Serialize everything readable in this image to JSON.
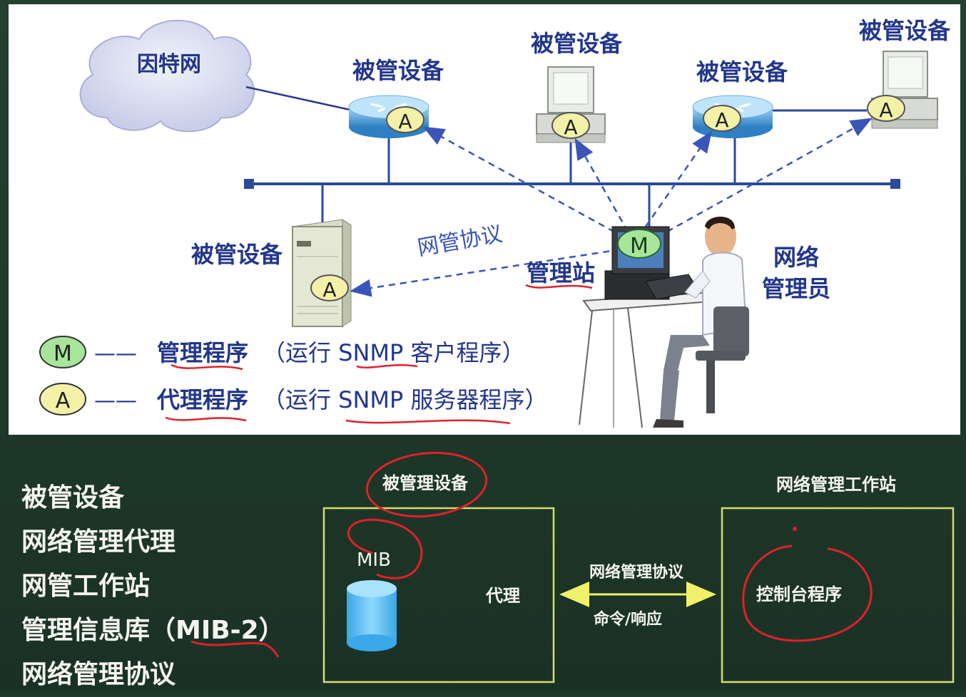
{
  "top_diagram": {
    "internet_label": "因特网",
    "devices": [
      {
        "label": "被管设备",
        "kind": "router",
        "agent": "A"
      },
      {
        "label": "被管设备",
        "kind": "pc",
        "agent": "A"
      },
      {
        "label": "被管设备",
        "kind": "router",
        "agent": "A"
      },
      {
        "label": "被管设备",
        "kind": "pc",
        "agent": "A"
      },
      {
        "label": "被管设备",
        "kind": "server",
        "agent": "A"
      }
    ],
    "protocol_label": "网管协议",
    "manager_station_label": "管理站",
    "manager_station_badge": "M",
    "admin_label_line1": "网络",
    "admin_label_line2": "管理员",
    "legend": [
      {
        "badge": "M",
        "dash": "——",
        "name": "管理程序",
        "desc": "（运行 SNMP 客户程序）",
        "color": "#a6e59a"
      },
      {
        "badge": "A",
        "dash": "——",
        "name": "代理程序",
        "desc": "（运行 SNMP 服务器程序）",
        "color": "#f3f0a8"
      }
    ]
  },
  "board_list": [
    "被管设备",
    "网络管理代理",
    "网管工作站",
    "管理信息库（MIB-2）",
    "网络管理协议"
  ],
  "bottom_diagram": {
    "managed_device_title": "被管理设备",
    "mib_label": "MIB",
    "agent_label": "代理",
    "workstation_title": "网络管理工作站",
    "console_label": "控制台程序",
    "protocol_label": "网络管理协议",
    "command_label": "命令/响应"
  },
  "colors": {
    "slide_text": "#22368a",
    "chalk": "#f4f4ee",
    "box_outline": "#d6dc6a",
    "annotation_red": "#e0202a",
    "arrow": "#f1f06a",
    "database": "#5fc0f2"
  }
}
